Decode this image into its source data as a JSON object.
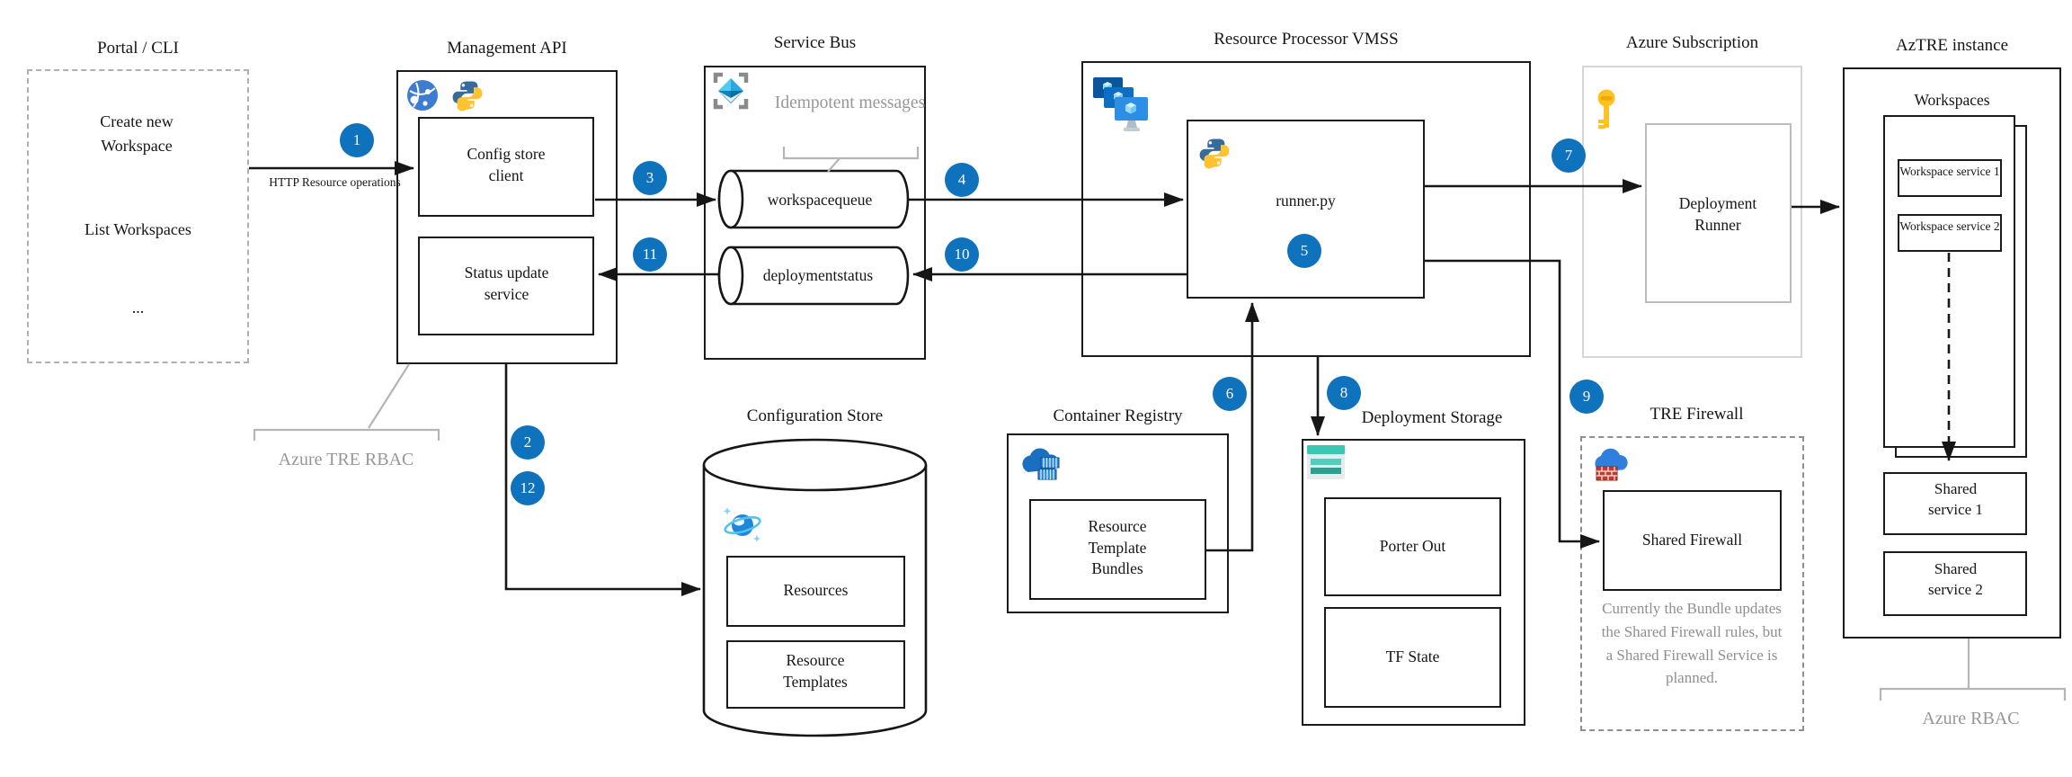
{
  "diagram": {
    "portal": {
      "title": "Portal / CLI",
      "items": [
        "Create new Workspace",
        "List Workspaces",
        "..."
      ]
    },
    "management_api": {
      "title": "Management API",
      "config_store_client": "Config store client",
      "status_update_service": "Status update service"
    },
    "service_bus": {
      "title": "Service Bus",
      "note": "Idempotent messages",
      "queues": [
        "workspacequeue",
        "deploymentstatus"
      ]
    },
    "resource_processor": {
      "title": "Resource Processor VMSS",
      "runner": "runner.py"
    },
    "azure_subscription": {
      "title": "Azure Subscription",
      "deployment_runner": "Deployment Runner"
    },
    "aztre_instance": {
      "title": "AzTRE instance",
      "workspaces_label": "Workspaces",
      "workspace_services": [
        "Workspace service 1",
        "Workspace service 2"
      ],
      "shared_services": [
        "Shared service 1",
        "Shared service 2"
      ]
    },
    "configuration_store": {
      "title": "Configuration Store",
      "items": [
        "Resources",
        "Resource Templates"
      ]
    },
    "container_registry": {
      "title": "Container Registry",
      "item": "Resource Template Bundles"
    },
    "deployment_storage": {
      "title": "Deployment Storage",
      "items": [
        "Porter Out",
        "TF State"
      ]
    },
    "tre_firewall": {
      "title": "TRE Firewall",
      "shared_firewall": "Shared Firewall",
      "note": "Currently the Bundle updates the Shared Firewall rules, but a Shared Firewall Service is planned."
    },
    "labels": {
      "http": "HTTP Resource operations",
      "azure_tre_rbac": "Azure TRE RBAC",
      "azure_rbac": "Azure RBAC"
    },
    "steps": [
      "1",
      "2",
      "3",
      "4",
      "5",
      "6",
      "7",
      "8",
      "9",
      "10",
      "11",
      "12"
    ],
    "icons": [
      "web-app-icon",
      "python-icon",
      "service-bus-icon",
      "vmss-icon",
      "key-icon",
      "cosmos-db-icon",
      "container-registry-icon",
      "storage-account-icon",
      "azure-firewall-icon"
    ],
    "colors": {
      "accent": "#0F72BC",
      "note_gray": "#979797",
      "line": "#161616"
    }
  }
}
